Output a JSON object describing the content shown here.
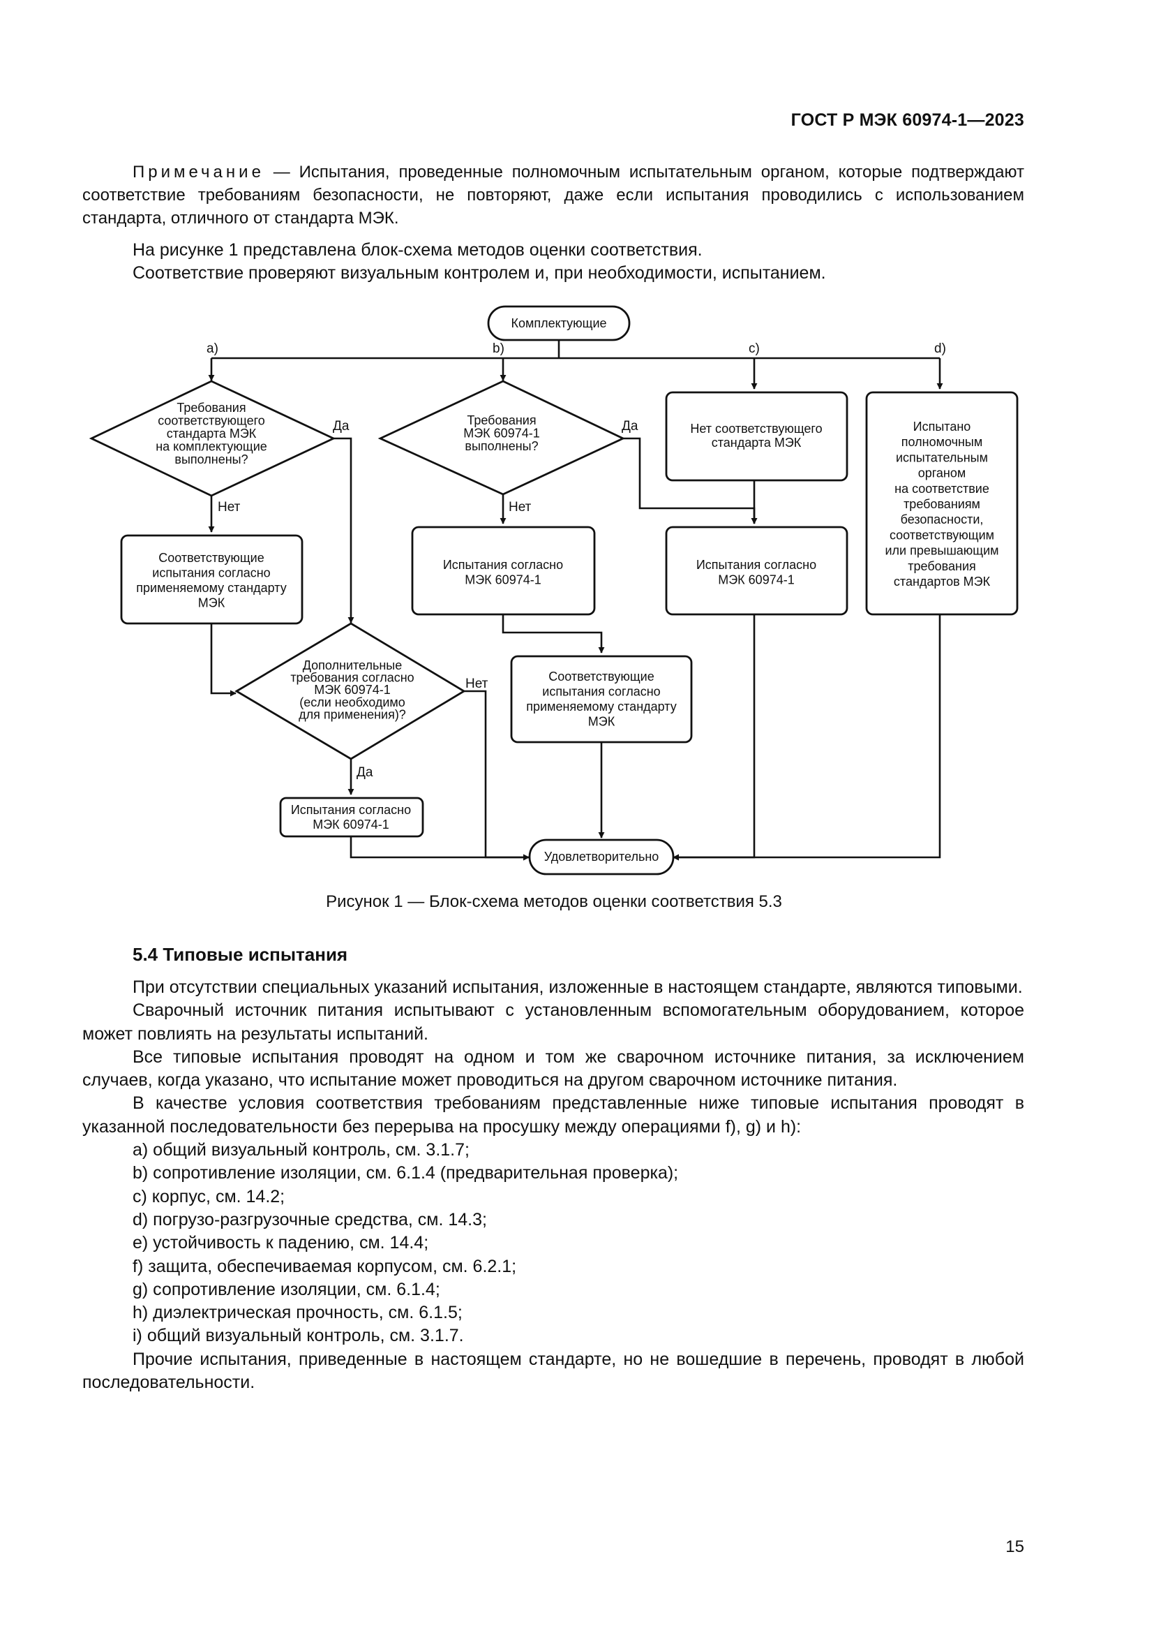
{
  "header": {
    "doc_code": "ГОСТ Р МЭК 60974-1—2023"
  },
  "note": {
    "label": "Примечание",
    "text": " — Испытания, проведенные полномочным испытательным органом, которые подтверждают соответствие требованиям безопасности, не повторяют, даже если испытания проводились с использованием стандарта, отличного от стандарта МЭК."
  },
  "intro": {
    "line1": "На рисунке 1 представлена блок-схема методов оценки соответствия.",
    "line2": "Соответствие проверяют визуальным контролем и, при необходимости, испытанием."
  },
  "flowchart": {
    "start": "Комплектующие",
    "branch_a": "a)",
    "branch_b": "b)",
    "branch_c": "c)",
    "branch_d": "d)",
    "diamond_a": [
      "Требования",
      "соответствующего",
      "стандарта МЭК",
      "на комплектующие",
      "выполнены?"
    ],
    "diamond_b": [
      "Требования",
      "МЭК 60974-1",
      "выполнены?"
    ],
    "box_c_top": [
      "Нет соответствующего",
      "стандарта МЭК"
    ],
    "box_d": [
      "Испытано",
      "полномочным",
      "испытательным",
      "органом",
      "на соответствие",
      "требованиям",
      "безопасности,",
      "соответствующим",
      "или превышающим",
      "требования",
      "стандартов МЭК"
    ],
    "box_a_no": [
      "Соответствующие",
      "испытания согласно",
      "применяемому стандарту",
      "МЭК"
    ],
    "box_b_no": [
      "Испытания согласно",
      "МЭК 60974-1"
    ],
    "box_c_bottom": [
      "Испытания согласно",
      "МЭК 60974-1"
    ],
    "diamond_extra": [
      "Дополнительные",
      "требования согласно",
      "МЭК 60974-1",
      "(если необходимо",
      "для применения)?"
    ],
    "box_b_next": [
      "Соответствующие",
      "испытания согласно",
      "применяемому стандарту",
      "МЭК"
    ],
    "box_extra_yes": [
      "Испытания согласно",
      "МЭК 60974-1"
    ],
    "end": "Удовлетворительно",
    "yes": "Да",
    "no": "Нет"
  },
  "caption": "Рисунок 1 — Блок-схема методов оценки соответствия 5.3",
  "section": {
    "title": "5.4 Типовые испытания",
    "p1": "При отсутствии специальных указаний испытания, изложенные в настоящем стандарте, являются типовыми.",
    "p2": "Сварочный источник питания испытывают с установленным вспомогательным оборудованием, которое может повлиять на результаты испытаний.",
    "p3": "Все типовые испытания проводят на одном и том же сварочном источнике питания, за исключением случаев, когда указано, что испытание может проводиться на другом сварочном источнике питания.",
    "p4": "В качестве условия соответствия требованиям представленные ниже типовые испытания проводят в указанной последовательности без перерыва на просушку между операциями f), g) и h):",
    "items": [
      "a) общий визуальный контроль, см. 3.1.7;",
      "b) сопротивление изоляции, см. 6.1.4 (предварительная проверка);",
      "c) корпус, см. 14.2;",
      "d) погрузо-разгрузочные средства, см. 14.3;",
      "e) устойчивость к падению, см. 14.4;",
      "f) защита, обеспечиваемая корпусом, см. 6.2.1;",
      "g) сопротивление изоляции, см. 6.1.4;",
      "h) диэлектрическая прочность, см. 6.1.5;",
      "i) общий визуальный контроль, см. 3.1.7."
    ],
    "p5": "Прочие испытания, приведенные в настоящем стандарте, но не вошедшие в перечень, проводят в любой последовательности."
  },
  "page_number": "15"
}
